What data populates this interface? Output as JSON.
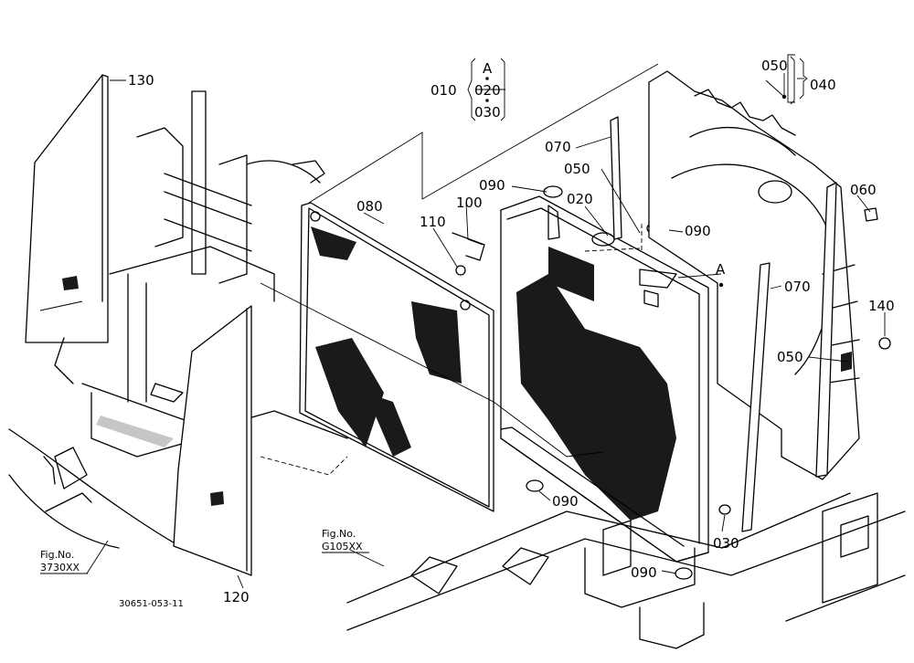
{
  "figure_id": "30651-053-11",
  "callouts": {
    "p130": "130",
    "p010": "010",
    "pA_top": "A",
    "p020_group": "020",
    "p030_group": "030",
    "p050_top": "050",
    "p040": "040",
    "p070_top": "070",
    "p050_mid": "050",
    "p090_left": "090",
    "p100": "100",
    "p020": "020",
    "p090_right": "090",
    "p060": "060",
    "p080": "080",
    "p110": "110",
    "pA_rad": "A",
    "p070_right": "070",
    "p140": "140",
    "p050_right": "050",
    "p090_bottom": "090",
    "p030": "030",
    "p090_lower": "090",
    "p120": "120"
  },
  "refs": {
    "left_fig_label": "Fig.No.",
    "left_fig_value": "3730XX",
    "mid_fig_label": "Fig.No.",
    "mid_fig_value": "G105XX"
  }
}
